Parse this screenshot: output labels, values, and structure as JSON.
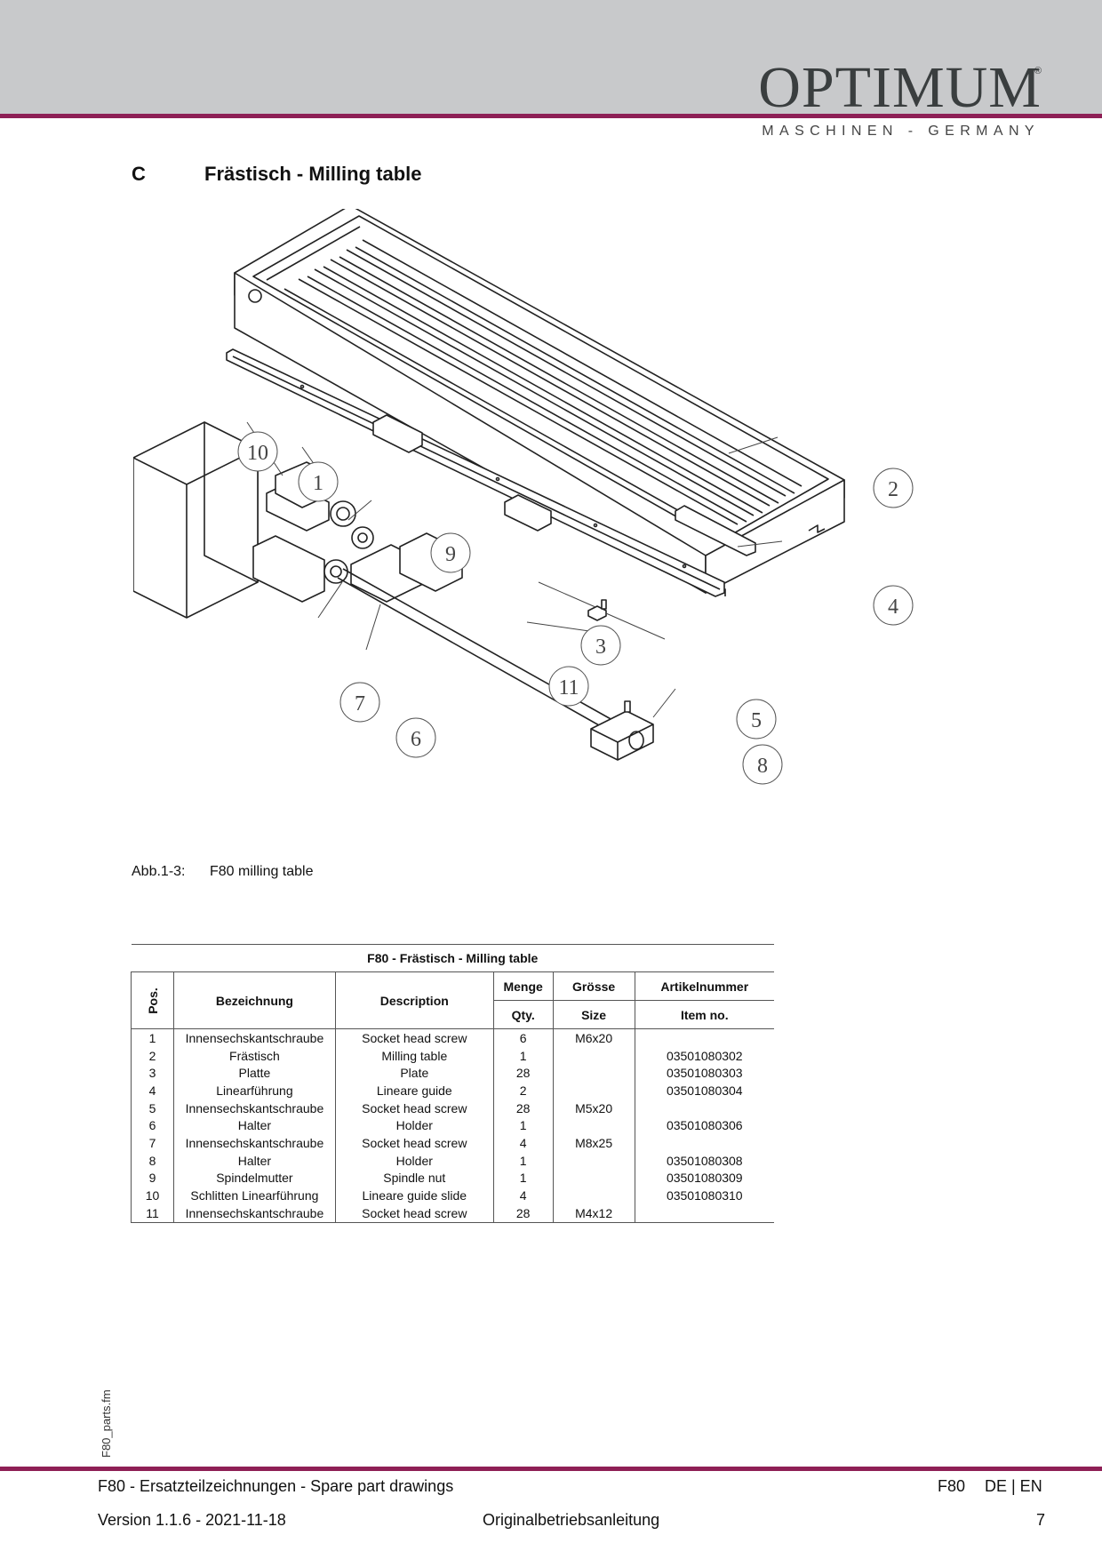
{
  "header": {
    "logo": "OPTIMUM",
    "logo_registered": "®",
    "logo_sub": "MASCHINEN - GERMANY"
  },
  "section": {
    "letter": "C",
    "title": "Frästisch - Milling table"
  },
  "figure": {
    "callouts": [
      "1",
      "2",
      "3",
      "4",
      "5",
      "6",
      "7",
      "8",
      "9",
      "10",
      "11"
    ],
    "caption_number": "Abb.1-3:",
    "caption_text": "F80 milling table"
  },
  "parts_table": {
    "title": "F80 - Frästisch - Milling table",
    "headers": {
      "pos": "Pos.",
      "bezeichnung": "Bezeichnung",
      "description": "Description",
      "menge": "Menge",
      "qty": "Qty.",
      "groesse": "Grösse",
      "size": "Size",
      "artikelnummer": "Artikelnummer",
      "item_no": "Item no."
    },
    "rows": [
      [
        "1",
        "Innensechskantschraube",
        "Socket head screw",
        "6",
        "M6x20",
        ""
      ],
      [
        "2",
        "Frästisch",
        "Milling table",
        "1",
        "",
        "03501080302"
      ],
      [
        "3",
        "Platte",
        "Plate",
        "28",
        "",
        "03501080303"
      ],
      [
        "4",
        "Linearführung",
        "Lineare guide",
        "2",
        "",
        "03501080304"
      ],
      [
        "5",
        "Innensechskantschraube",
        "Socket head screw",
        "28",
        "M5x20",
        ""
      ],
      [
        "6",
        "Halter",
        "Holder",
        "1",
        "",
        "03501080306"
      ],
      [
        "7",
        "Innensechskantschraube",
        "Socket head screw",
        "4",
        "M8x25",
        ""
      ],
      [
        "8",
        "Halter",
        "Holder",
        "1",
        "",
        "03501080308"
      ],
      [
        "9",
        "Spindelmutter",
        "Spindle nut",
        "1",
        "",
        "03501080309"
      ],
      [
        "10",
        "Schlitten Linearführung",
        "Lineare guide slide",
        "4",
        "",
        "03501080310"
      ],
      [
        "11",
        "Innensechskantschraube",
        "Socket head screw",
        "28",
        "M4x12",
        ""
      ]
    ]
  },
  "side_label": "F80_parts.fm",
  "footer": {
    "title": "F80 - Ersatzteilzeichnungen - Spare part drawings",
    "model": "F80",
    "languages": "DE | EN",
    "version": "Version 1.1.6 - 2021-11-18",
    "doc_type": "Originalbetriebsanleitung",
    "page": "7"
  }
}
